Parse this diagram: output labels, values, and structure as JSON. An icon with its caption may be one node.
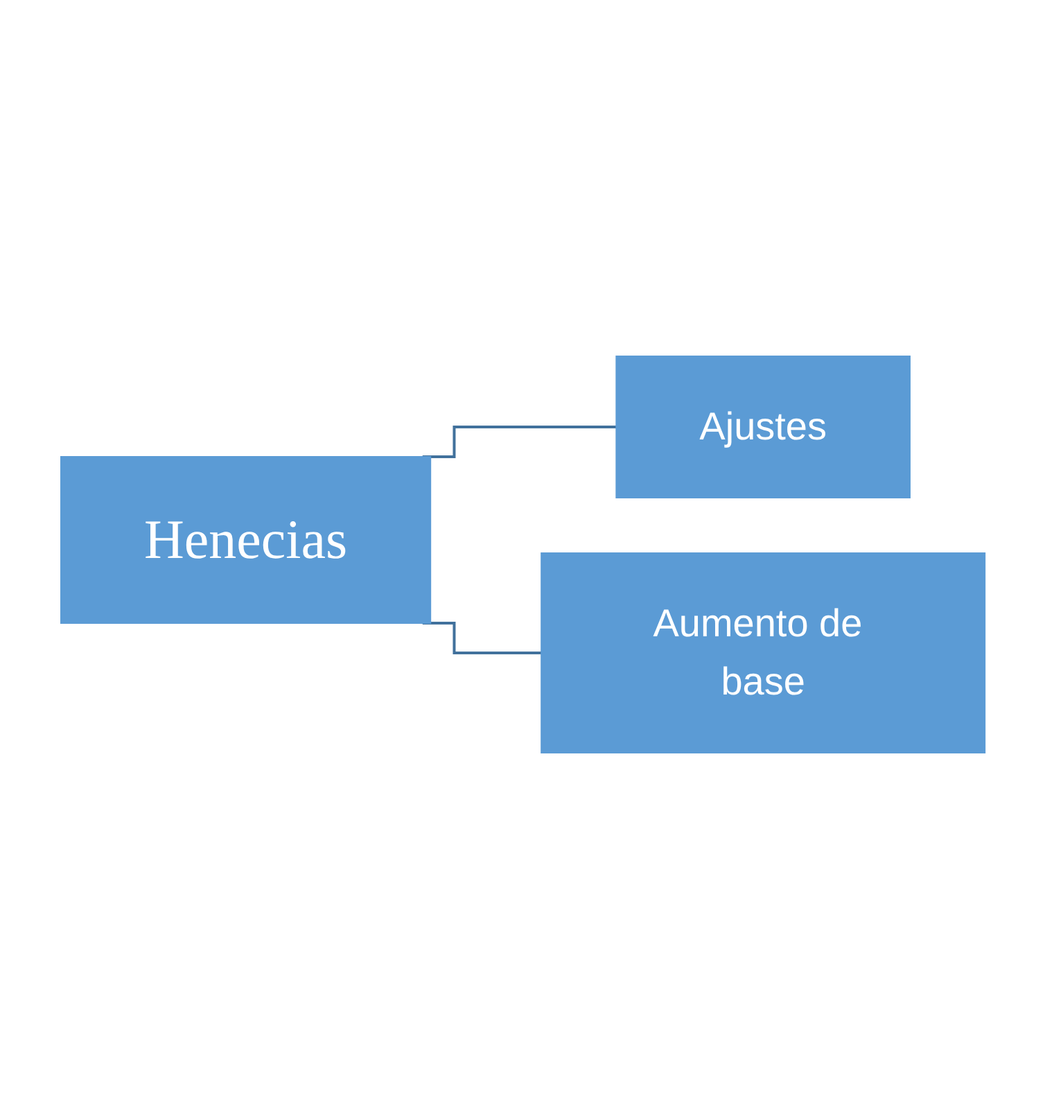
{
  "diagram": {
    "nodes": [
      {
        "text": [
          "Henecias"
        ]
      },
      {
        "text": [
          "Ajustes"
        ]
      },
      {
        "text": [
          "Aumento de base"
        ]
      }
    ],
    "edges": [
      {
        "from": 0,
        "to": 1,
        "arrow": "none"
      },
      {
        "from": 0,
        "to": 2,
        "arrow": "none"
      }
    ]
  }
}
